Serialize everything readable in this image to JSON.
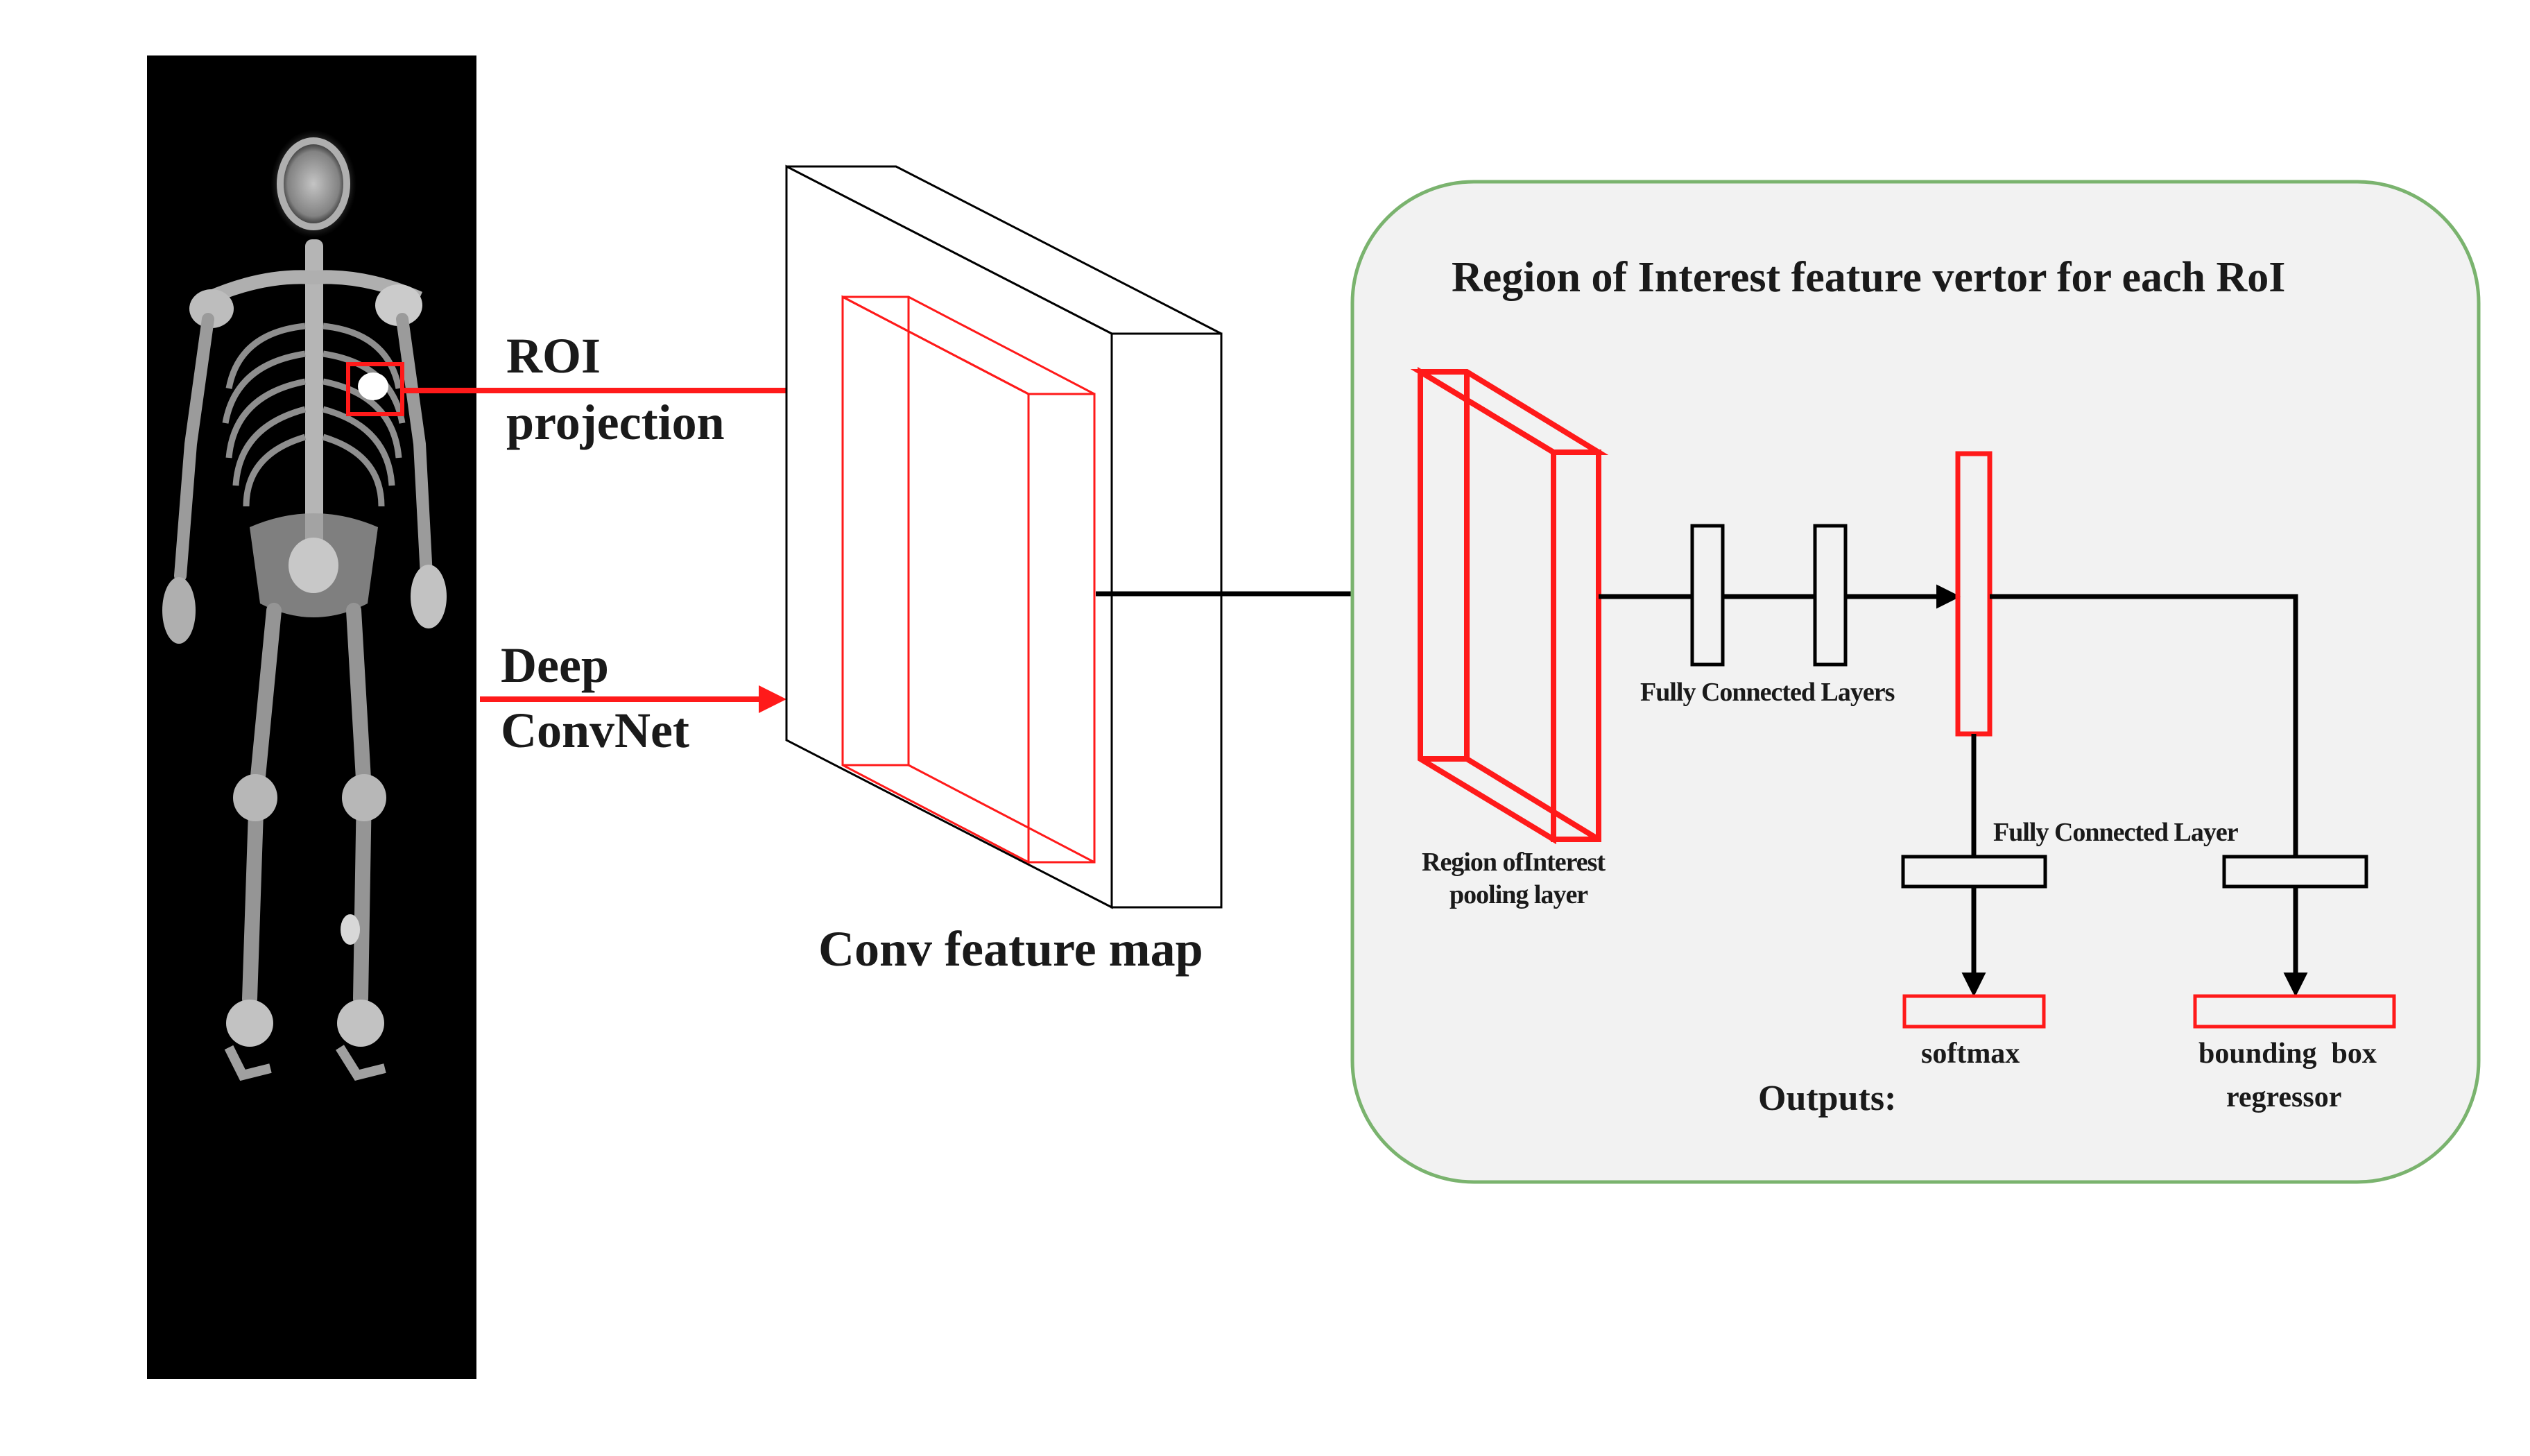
{
  "labels": {
    "roi_projection_line1": "ROI",
    "roi_projection_line2": "projection",
    "deep_convnet_line1": "Deep",
    "deep_convnet_line2": "ConvNet",
    "conv_feature_map": "Conv feature map",
    "panel_title": "Region of Interest feature vertor for each RoI",
    "fully_connected_layers": "Fully Connected Layers",
    "fully_connected_layer": "Fully Connected Layer",
    "roi_pooling_line1": "Region ofInterest",
    "roi_pooling_line2": "pooling layer",
    "softmax": "softmax",
    "bbox_line1": "bounding  box",
    "bbox_line2": "regressor",
    "outputs": "Outputs:"
  },
  "colors": {
    "highlight": "#ff1a1a",
    "panel_fill": "#f2f2f2",
    "panel_border": "#7ab36e",
    "scan_background": "#000000"
  }
}
